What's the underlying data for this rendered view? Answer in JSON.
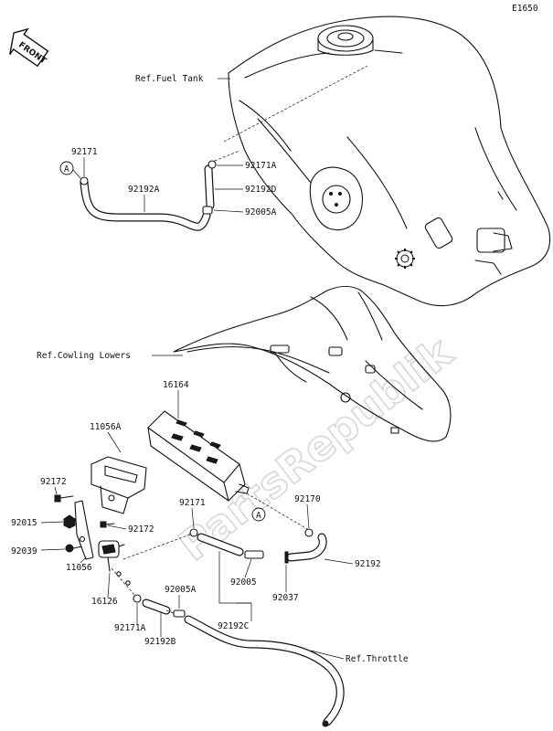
{
  "diagram_code": "E1650",
  "front_badge": "FRONT",
  "refs": {
    "fuel_tank": "Ref.Fuel Tank",
    "cowling": "Ref.Cowling Lowers",
    "throttle": "Ref.Throttle"
  },
  "callout_letter": "A",
  "parts": {
    "p92171_top": "92171",
    "p92192A": "92192A",
    "p92171A_top": "92171A",
    "p92192D": "92192D",
    "p92005A_top": "92005A",
    "p16164": "16164",
    "p11056A": "11056A",
    "p92172_a": "92172",
    "p92015": "92015",
    "p92172_b": "92172",
    "p92039": "92039",
    "p11056": "11056",
    "p16126": "16126",
    "p92171A_bot": "92171A",
    "p92192B": "92192B",
    "p92005A_bot": "92005A",
    "p92171_mid": "92171",
    "p92005": "92005",
    "p92192C": "92192C",
    "p92170": "92170",
    "p92037": "92037",
    "p92192": "92192"
  },
  "watermark": "PartsRepublik"
}
